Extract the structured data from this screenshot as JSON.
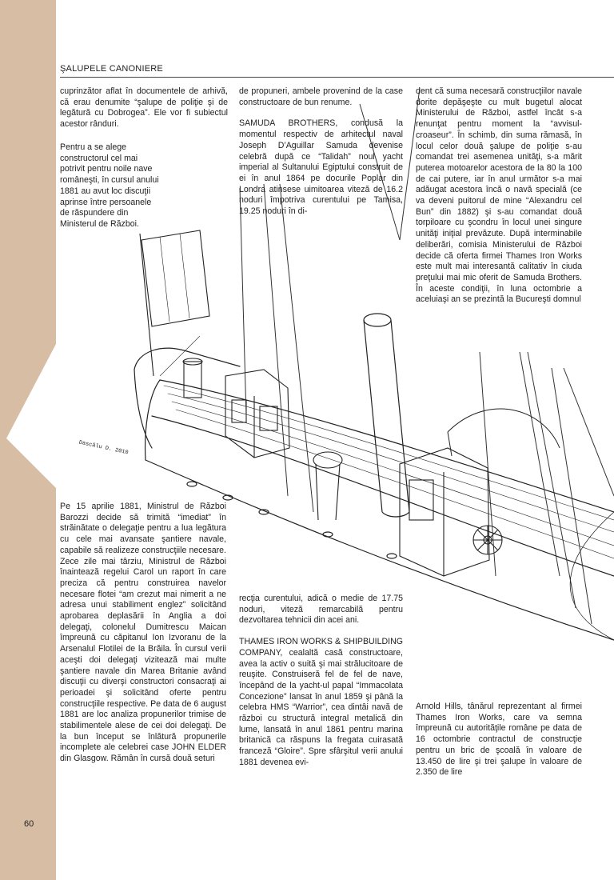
{
  "header": {
    "title": "ŞALUPELE CANONIERE"
  },
  "page_number": "60",
  "drawing": {
    "signature": "Dascălu D. 2010"
  },
  "col1_top": [
    "cuprinzător aflat în documentele de arhivă, că erau denumite “şalupe de poliţie şi de legătură cu Dobrogea”. Ele vor fi subiectul acestor rânduri.",
    "Pentru a se alege constructorul cel mai potrivit pentru noile nave româneşti, în cursul anului 1881 au avut loc discuţii aprinse între persoanele de răspundere din Ministerul de Război."
  ],
  "col1_bottom": "Pe 15 aprilie 1881, Ministrul de Război Barozzi decide să trimită “imediat” în străinătate o delegaţie pentru a lua legătura cu cele mai avansate şantiere navale, capabile să realizeze construcţiile necesare. Zece zile mai târziu, Ministrul de Război înaintează regelui Carol un raport în care preciza că pentru construirea navelor necesare flotei “am crezut mai nimerit a ne adresa unui stabiliment englez” solicitând aprobarea deplasării în Anglia a doi delegaţi, colonelul Dumitrescu Maican împreună cu căpitanul Ion Izvoranu de la Arsenalul Flotilei de la Brăila. În cursul verii aceşti doi delegaţi vizitează mai multe şantiere navale din Marea Britanie având discuţii cu diverşi constructori consacraţi ai perioadei şi solicitând oferte pentru construcţiile respective. Pe data de 6 august 1881 are loc analiza propunerilor trimise de stabilimentele alese de cei doi delegaţi. De la bun început se înlătură propunerile incomplete ale celebrei case JOHN ELDER din Glasgow. Rămân în cursă două seturi",
  "col2_top": [
    "de propuneri, ambele provenind de la case constructoare de bun renume.",
    "SAMUDA BROTHERS, condusă la momentul respectiv de arhitectul naval Joseph D’Aguillar Samuda devenise celebră după ce “Talidah” noul yacht imperial al Sultanului Egiptului construit de ei în anul 1864 pe docurile Poplar din Londra atinsese uimitoarea viteză de 16.2 noduri împotriva curentului pe Tamisa, 19.25 noduri în di-"
  ],
  "col2_bottom": [
    "recţia curentului, adică o medie de 17.75 noduri, viteză remarcabilă pentru dezvoltarea tehnicii din acei ani.",
    "THAMES IRON WORKS & SHIPBUILDING COMPANY, cealaltă casă constructoare, avea la activ o suită şi mai strălucitoare de reuşite. Construiseră fel de fel de nave, începând de la yacht-ul papal “Immacolata Concezione” lansat în anul 1859 şi până la celebra HMS “Warrior”, cea dintâi navă de război cu structură integral metalică din lume, lansată în anul 1861 pentru marina britanică ca răspuns la fregata cuirasată franceză “Gloire”. Spre sfârşitul verii anului 1881 devenea evi-"
  ],
  "col3_top": "dent că suma necesară construcţiilor navale dorite depăşeşte cu mult bugetul alocat Ministerului de Război, astfel încât s-a renunţat pentru moment la “avvisul-croaseur”. În schimb, din suma rămasă, în locul celor două şalupe de poliţie s-au comandat trei asemenea unităţi, s-a mărit puterea motoarelor acestora de la 80 la 100 de cai putere, iar în anul următor s-a mai adăugat acestora încă o navă specială (ce va deveni puitorul de mine “Alexandru cel Bun” din 1882) şi s-au comandat două torpiloare cu şcondru în locul unei singure unităţi iniţial prevăzute. După interminabile deliberări, comisia Ministerului de Război decide că oferta firmei Thames Iron Works este mult mai interesantă calitativ în ciuda preţului mai mic oferit de Samuda Brothers. În aceste condiţii, în luna octombrie a aceluiaşi an se prezintă la Bucureşti domnul",
  "col3_bottom": "Arnold Hills, tânărul reprezentant al firmei Thames Iron Works, care va semna împreună cu autorităţile române pe data de 16 octombrie contractul de construcţie pentru un bric de şcoală în valoare de 13.450 de lire şi trei şalupe în valoare de 2.350 de lire"
}
